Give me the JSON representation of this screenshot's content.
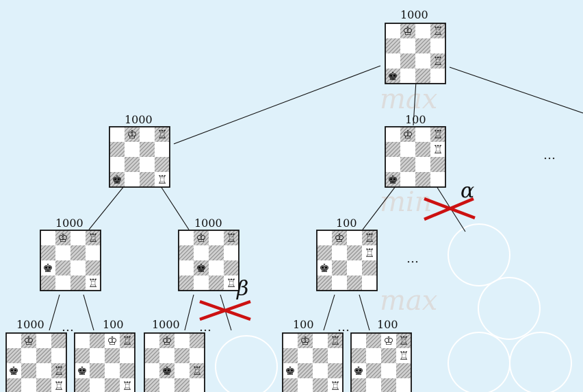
{
  "colors": {
    "background": "#dff1fa",
    "light_square": "#ffffff",
    "dark_square": "#b8b8b8",
    "edge": "#111111",
    "cut_mark": "#cc1111",
    "watermark": "#dcdcdc"
  },
  "watermark_labels": [
    "max",
    "min",
    "max"
  ],
  "greek_labels": {
    "alpha": "α",
    "beta": "β"
  },
  "ellipsis": "…",
  "node_values": {
    "root": "1000",
    "l1_left": "1000",
    "l1_mid": "100",
    "l2_a": "1000",
    "l2_b": "1000",
    "l2_c": "100",
    "l3_a": "1000",
    "l3_b": "100",
    "l3_c": "1000",
    "l3_d": "100",
    "l3_e": "100"
  },
  "piece_icons": [
    "white-king-icon",
    "white-rook-icon",
    "black-king-icon"
  ]
}
